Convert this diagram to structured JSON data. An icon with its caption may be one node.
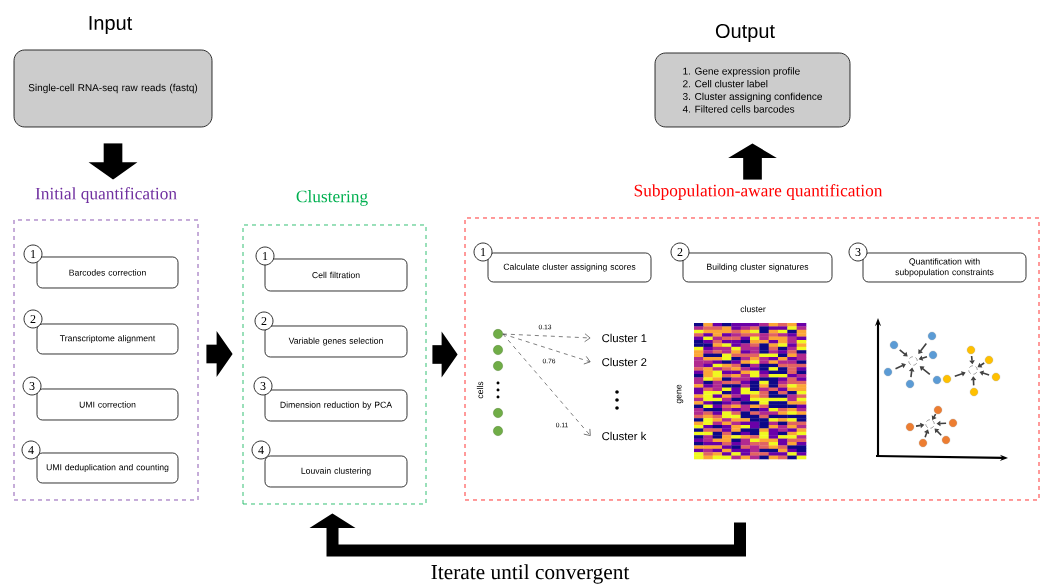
{
  "diagram": {
    "nodes": [
      {
        "text": [
          "Input",
          "Single-cell RNA-seq raw reads (fastq)"
        ]
      },
      {
        "text": [
          "Output",
          "1. Gene expression profile",
          "2. Cell cluster label",
          "3. Cluster assigning confidence",
          "4. Filtered cells barcodes"
        ]
      },
      {
        "text": [
          "Initial quantification"
        ]
      },
      {
        "text": [
          "1",
          "Barcodes correction"
        ],
        "in": 2
      },
      {
        "text": [
          "2",
          "Transcriptome alignment"
        ],
        "in": 2
      },
      {
        "text": [
          "3",
          "UMI correction"
        ],
        "in": 2
      },
      {
        "text": [
          "4",
          "UMI deduplication and counting"
        ],
        "in": 2
      },
      {
        "text": [
          "Clustering"
        ]
      },
      {
        "text": [
          "1",
          "Cell filtration"
        ],
        "in": 7
      },
      {
        "text": [
          "2",
          "Variable genes selection"
        ],
        "in": 7
      },
      {
        "text": [
          "3",
          "Dimension reduction by PCA"
        ],
        "in": 7
      },
      {
        "text": [
          "4",
          "Louvain clustering"
        ],
        "in": 7
      },
      {
        "text": [
          "Subpopulation-aware quantification"
        ]
      },
      {
        "text": [
          "1",
          "Calculate cluster assigning scores"
        ],
        "in": 12
      },
      {
        "text": [
          "2",
          "Building cluster signatures"
        ],
        "in": 12
      },
      {
        "text": [
          "3",
          "Quantification with subpopulation constraints"
        ],
        "in": 12
      },
      {
        "text": [],
        "shape": "circle",
        "in": 12
      },
      {
        "text": [],
        "shape": "circle",
        "in": 12
      },
      {
        "text": [],
        "shape": "circle",
        "in": 12
      },
      {
        "text": [],
        "shape": "circle",
        "in": 12
      },
      {
        "text": [],
        "shape": "circle",
        "in": 12
      },
      {
        "text": [
          "Cluster 1"
        ],
        "in": 12
      },
      {
        "text": [
          "Cluster 2"
        ],
        "in": 12
      },
      {
        "text": [
          "Cluster k"
        ],
        "in": 12
      }
    ],
    "edges": [
      {
        "from": 0,
        "to": 2,
        "arrow": "to"
      },
      {
        "from": 2,
        "to": 7,
        "arrow": "to"
      },
      {
        "from": 7,
        "to": 12,
        "arrow": "to"
      },
      {
        "from": 12,
        "to": 1,
        "arrow": "to"
      },
      {
        "from": 12,
        "to": 7,
        "arrow": "to",
        "label": "Iterate until convergent"
      },
      {
        "from": 16,
        "to": 21,
        "arrow": "to",
        "style": "dashed",
        "label": "0.13"
      },
      {
        "from": 16,
        "to": 22,
        "arrow": "to",
        "style": "dashed",
        "label": "0.76"
      },
      {
        "from": 16,
        "to": 23,
        "arrow": "to",
        "style": "dashed",
        "label": "0.11"
      }
    ],
    "labels": [
      "cells",
      "cluster",
      "gene"
    ]
  }
}
